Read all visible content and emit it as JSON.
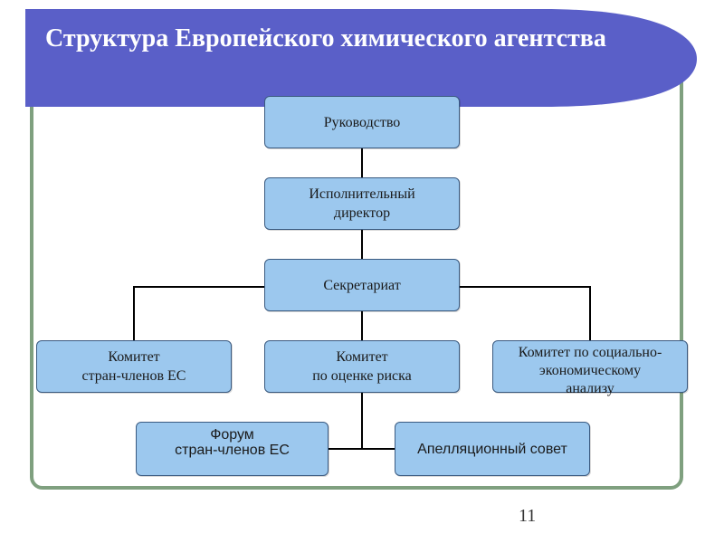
{
  "title": "Структура Европейского химического агентства",
  "nodes": {
    "rukovodstvo": "Руководство",
    "director": "Исполнительный\nдиректор",
    "secretariat": "Секретариат",
    "committee_member_states": "Комитет\nстран-членов ЕС",
    "committee_risk": "Комитет\nпо оценке риска",
    "committee_socioeconomic": "Комитет по социально-\nэкономическому\nанализу",
    "forum": "Форум\nстран-членов ЕС",
    "appeal_board": "Апелляционный совет"
  },
  "page_number": "11",
  "colors": {
    "banner": "#5a5fc8",
    "frame": "#7fa07f",
    "node_fill": "#9cc8ee",
    "node_border": "#3a5a80"
  }
}
